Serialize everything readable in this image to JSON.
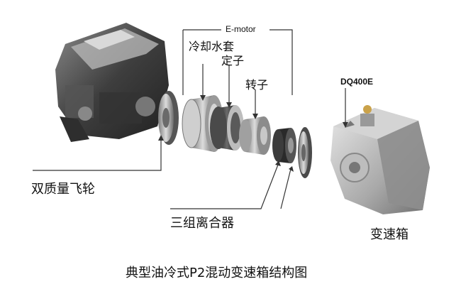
{
  "labels": {
    "emotor": "E-motor",
    "cooling_jacket": "冷却水套",
    "stator": "定子",
    "rotor": "转子",
    "dq400e": "DQ400E",
    "flywheel": "双质量飞轮",
    "clutch": "三组离合器",
    "gearbox": "变速箱"
  },
  "caption": "典型油冷式P2混动变速箱结构图",
  "colors": {
    "line": "#333333",
    "engine_dark": "#4a4a4a",
    "metal_light": "#c9c9c9",
    "copper": "#b8863b"
  }
}
